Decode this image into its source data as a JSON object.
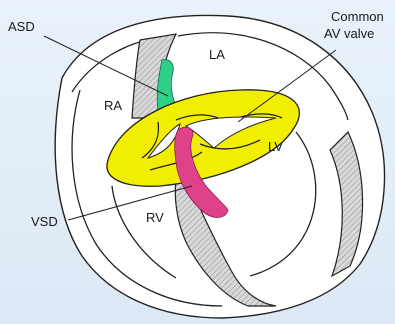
{
  "labels": {
    "asd": "ASD",
    "la": "LA",
    "ra": "RA",
    "common_av_line1": "Common",
    "common_av_line2": "AV valve",
    "lv": "LV",
    "vsd": "VSD",
    "rv": "RV"
  },
  "colors": {
    "background": "#e4eef8",
    "heart_wall": "#ffffff",
    "av_valve": "#f2ee00",
    "atrial_septal_defect": "#2fd08a",
    "ventricular_septal_defect": "#e0428a",
    "septum_hatch": "#b8b8b8"
  }
}
